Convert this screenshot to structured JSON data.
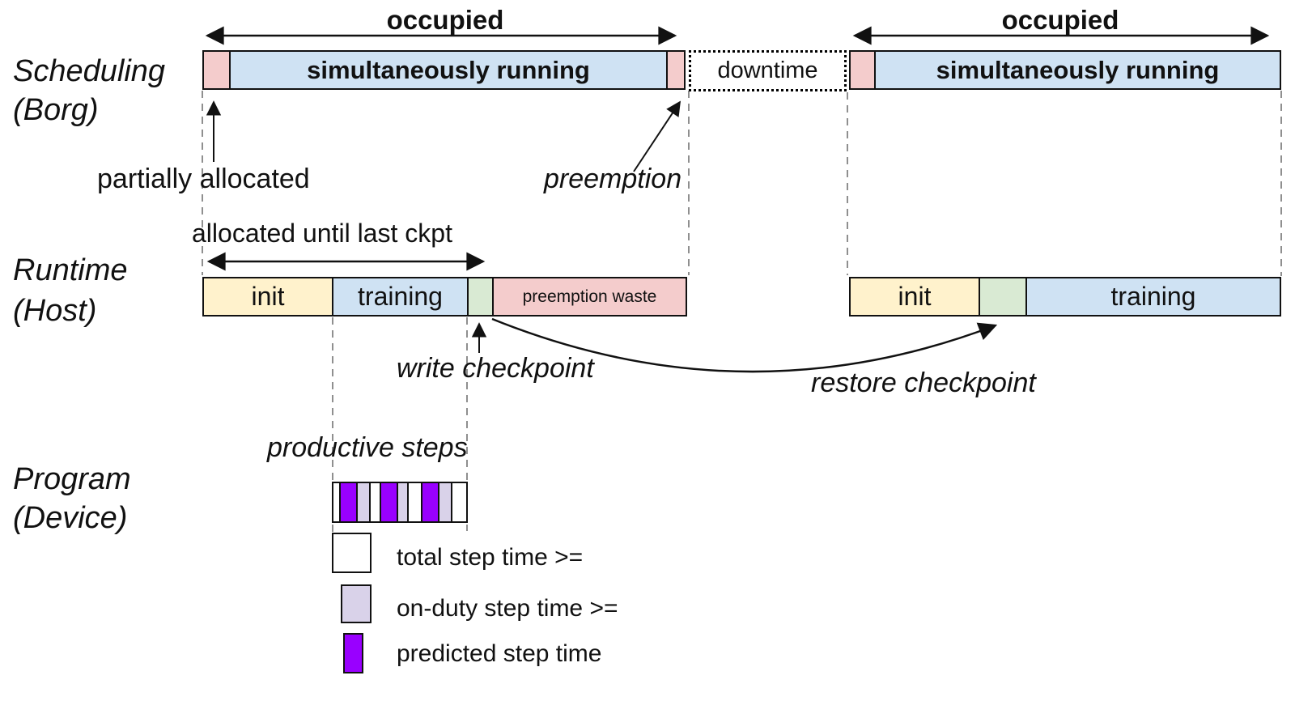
{
  "colors": {
    "pink": "#f4cccc",
    "blue": "#cfe2f3",
    "yellow": "#fff2cc",
    "green": "#d9ead3",
    "lavender": "#d9d2e9",
    "purple": "#9900ff",
    "white": "#ffffff",
    "dash_gray": "#8f8f8f",
    "line_black": "#111111"
  },
  "row_labels": {
    "scheduling": {
      "line1": "Scheduling",
      "line2": "(Borg)"
    },
    "runtime": {
      "line1": "Runtime",
      "line2": "(Host)"
    },
    "program": {
      "line1": "Program",
      "line2": "(Device)"
    }
  },
  "scheduling": {
    "occupied_left": "occupied",
    "occupied_right": "occupied",
    "bar1_running": "simultaneously running",
    "bar2_running": "simultaneously running",
    "downtime": "downtime",
    "partially_allocated": "partially allocated",
    "preemption": "preemption"
  },
  "runtime": {
    "allocated_span": "allocated until last ckpt",
    "bar1": {
      "init": "init",
      "training": "training",
      "waste": "preemption waste"
    },
    "bar2": {
      "init": "init",
      "training": "training"
    },
    "write_checkpoint": "write checkpoint",
    "restore_checkpoint": "restore checkpoint"
  },
  "program": {
    "productive_steps": "productive steps",
    "steps": [
      {
        "color": "white",
        "w": 8
      },
      {
        "color": "purple",
        "w": 22
      },
      {
        "color": "lavender",
        "w": 16
      },
      {
        "color": "white",
        "w": 12
      },
      {
        "color": "purple",
        "w": 22
      },
      {
        "color": "lavender",
        "w": 13
      },
      {
        "color": "white",
        "w": 17
      },
      {
        "color": "purple",
        "w": 22
      },
      {
        "color": "lavender",
        "w": 15
      },
      {
        "color": "white",
        "w": 20
      }
    ],
    "legend": [
      {
        "swatch": "white",
        "label": "total step time >="
      },
      {
        "swatch": "lavender",
        "label": "on-duty step time >="
      },
      {
        "swatch": "purple",
        "label": "predicted step time"
      }
    ]
  }
}
